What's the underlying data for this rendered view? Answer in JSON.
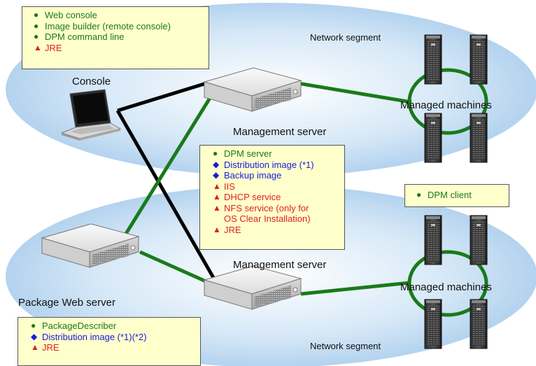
{
  "labels": {
    "console": "Console",
    "mgmt_server_1": "Management server",
    "mgmt_server_2": "Management server",
    "pkg_web_server": "Package Web server",
    "managed_1": "Managed machines",
    "managed_2": "Managed machines",
    "network_segment_1": "Network segment",
    "network_segment_2": "Network segment"
  },
  "console_box": [
    {
      "marker": "circle",
      "color": "#1a7a1a",
      "text": "Web console"
    },
    {
      "marker": "circle",
      "color": "#1a7a1a",
      "text": "Image builder (remote console)"
    },
    {
      "marker": "circle",
      "color": "#1a7a1a",
      "text": "DPM command line"
    },
    {
      "marker": "triangle",
      "color": "#e02020",
      "text": "JRE"
    }
  ],
  "server_box": {
    "items": [
      {
        "marker": "circle",
        "color": "#1a7a1a",
        "text": "DPM server"
      },
      {
        "marker": "diamond",
        "color": "#1a1ae0",
        "text": "Distribution image (*1)"
      },
      {
        "marker": "diamond",
        "color": "#1a1ae0",
        "text": "Backup image"
      },
      {
        "marker": "triangle",
        "color": "#e02020",
        "text": "IIS"
      },
      {
        "marker": "triangle",
        "color": "#e02020",
        "text": "DHCP service"
      },
      {
        "marker": "triangle",
        "color": "#e02020",
        "text": "NFS service (only for"
      }
    ],
    "continuation": "OS Clear Installation)",
    "last": {
      "marker": "triangle",
      "color": "#e02020",
      "text": "JRE"
    }
  },
  "client_box": [
    {
      "marker": "circle",
      "color": "#1a7a1a",
      "text": "DPM client"
    }
  ],
  "package_box": [
    {
      "marker": "circle",
      "color": "#1a7a1a",
      "text": "PackageDescriber"
    },
    {
      "marker": "diamond",
      "color": "#1a1ae0",
      "text": "Distribution image (*1)(*2)"
    },
    {
      "marker": "triangle",
      "color": "#e02020",
      "text": "JRE"
    }
  ],
  "colors": {
    "segment_fill": "#bcd8f2",
    "green_link": "#1a7a1a",
    "black_link": "#000000",
    "box_bg": "#ffffcc"
  }
}
